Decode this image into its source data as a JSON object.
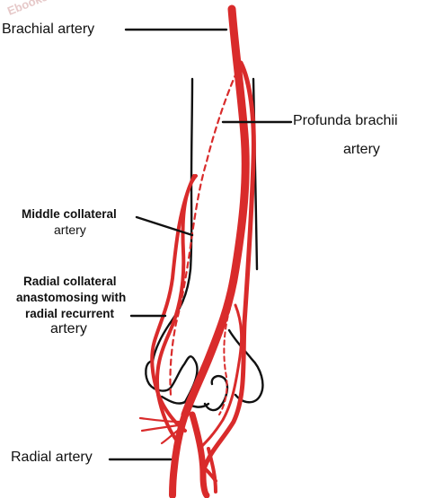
{
  "watermark": "Ebooks.COM",
  "labels": {
    "brachial": "Brachial artery",
    "profunda_line1": "Profunda brachii",
    "profunda_line2": "artery",
    "middle_line1": "Middle collateral",
    "middle_line2": "artery",
    "radial_coll_line1": "Radial collateral",
    "radial_coll_line2": "anastomosing with",
    "radial_coll_line3": "radial recurrent",
    "radial_coll_line4": "artery",
    "radial": "Radial artery"
  },
  "colors": {
    "artery": "#d92b2b",
    "outline": "#111111",
    "leader": "#111111"
  }
}
